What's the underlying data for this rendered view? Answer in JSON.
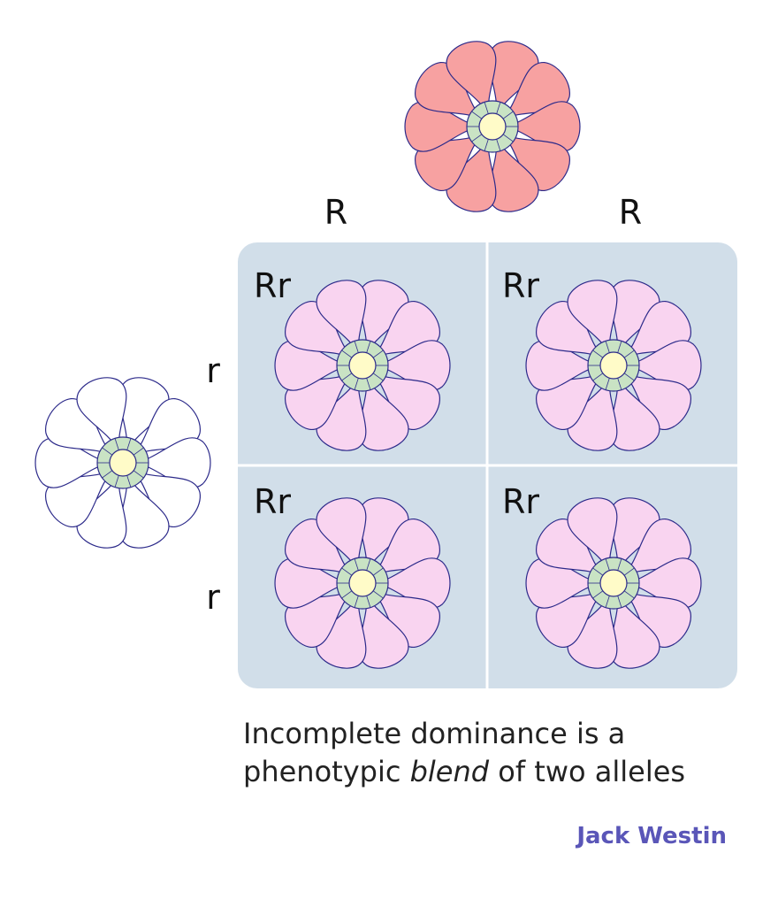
{
  "parent_top": {
    "allele_1": "R",
    "allele_2": "R",
    "petal_color": "#f7a1a1"
  },
  "parent_left": {
    "allele_1": "r",
    "allele_2": "r",
    "petal_color": "#ffffff"
  },
  "grid": {
    "background_color": "#d1dee9",
    "cells": [
      {
        "genotype": "Rr",
        "petal_color": "#f9d4f0"
      },
      {
        "genotype": "Rr",
        "petal_color": "#f9d4f0"
      },
      {
        "genotype": "Rr",
        "petal_color": "#f9d4f0"
      },
      {
        "genotype": "Rr",
        "petal_color": "#f9d4f0"
      }
    ]
  },
  "colors": {
    "outline": "#2c2a8a",
    "center": "#fffbc8",
    "ring": "#c9e3c4"
  },
  "caption": {
    "line1": "Incomplete dominance is a",
    "line2_before": "phenotypic ",
    "line2_emphasis": "blend",
    "line2_after": " of two alleles"
  },
  "brand": "Jack Westin"
}
